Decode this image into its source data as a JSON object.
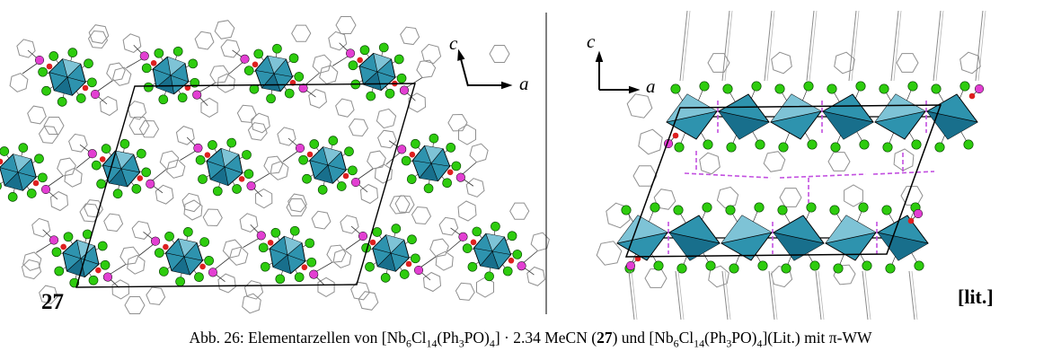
{
  "left_panel": {
    "label": "27",
    "axis_c": "c",
    "axis_a": "a"
  },
  "right_panel": {
    "label": "[lit.]",
    "axis_c": "c",
    "axis_a": "a"
  },
  "caption": {
    "segments": [
      {
        "t": "Abb. 26: Elementarzellen von [Nb"
      },
      {
        "t": "6",
        "s": "sub"
      },
      {
        "t": "Cl"
      },
      {
        "t": "14",
        "s": "sub"
      },
      {
        "t": "(Ph"
      },
      {
        "t": "3",
        "s": "sub"
      },
      {
        "t": "PO)"
      },
      {
        "t": "4",
        "s": "sub"
      },
      {
        "t": "] · 2.34 MeCN ("
      },
      {
        "t": "27",
        "s": "bold"
      },
      {
        "t": ") und [Nb"
      },
      {
        "t": "6",
        "s": "sub"
      },
      {
        "t": "Cl"
      },
      {
        "t": "14",
        "s": "sub"
      },
      {
        "t": "(Ph"
      },
      {
        "t": "3",
        "s": "sub"
      },
      {
        "t": "PO)"
      },
      {
        "t": "4",
        "s": "sub"
      },
      {
        "t": "](Lit.) mit π-WW"
      }
    ]
  },
  "colors": {
    "polyhedron": "#2e93ae",
    "polyhedron_dark": "#186f8c",
    "polyhedron_light": "#7ec3d6",
    "chlorine": "#2ecc0e",
    "phosphorus": "#e23fd2",
    "oxygen": "#dd1f1f",
    "carbon_wire": "#8f8f8f",
    "pi_contact": "#c24fe0",
    "cell_edge": "#000000",
    "axis": "#000000"
  }
}
